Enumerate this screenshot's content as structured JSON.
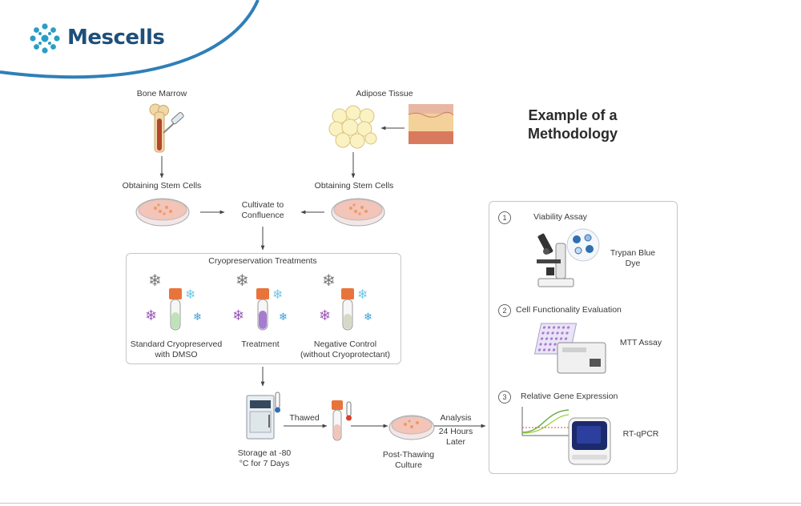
{
  "brand": {
    "name": "Mescells"
  },
  "title": {
    "line1": "Example of a",
    "line2": "Methodology"
  },
  "sources": {
    "bone_marrow": "Bone Marrow",
    "adipose_tissue": "Adipose Tissue"
  },
  "steps": {
    "obtaining_left": "Obtaining Stem Cells",
    "obtaining_right": "Obtaining Stem Cells",
    "cultivate": {
      "line1": "Cultivate to",
      "line2": "Confluence"
    }
  },
  "cryo": {
    "header": "Cryopreservation Treatments",
    "items": [
      {
        "line1": "Standard Cryopreserved",
        "line2": "with DMSO"
      },
      {
        "line1": "Treatment",
        "line2": ""
      },
      {
        "line1": "Negative Control",
        "line2": "(without Cryoprotectant)"
      }
    ]
  },
  "bottom": {
    "storage": {
      "line1": "Storage at -80",
      "line2": "°C for 7 Days"
    },
    "thawed": "Thawed",
    "post_thawing": {
      "line1": "Post-Thawing",
      "line2": "Culture"
    },
    "analysis": {
      "line1": "Analysis",
      "line2": "24 Hours",
      "line3": "Later"
    }
  },
  "analysis_panel": {
    "sections": [
      {
        "number": "1",
        "title": "Viability Assay",
        "method_line1": "Trypan Blue",
        "method_line2": "Dye"
      },
      {
        "number": "2",
        "title": "Cell Functionality Evaluation",
        "method_line1": "MTT Assay",
        "method_line2": ""
      },
      {
        "number": "3",
        "title": "Relative Gene Expression",
        "method_line1": "RT-qPCR",
        "method_line2": ""
      }
    ]
  },
  "colors": {
    "brand_blue": "#1f4f7a",
    "swoosh_blue": "#2f7fb8",
    "logo_teal": "#2a9dc4",
    "tube_orange": "#e8743b",
    "tube_purple": "#a77bd0",
    "snow_blue": "#72c8e8",
    "snow_purple": "#9b59b6"
  }
}
